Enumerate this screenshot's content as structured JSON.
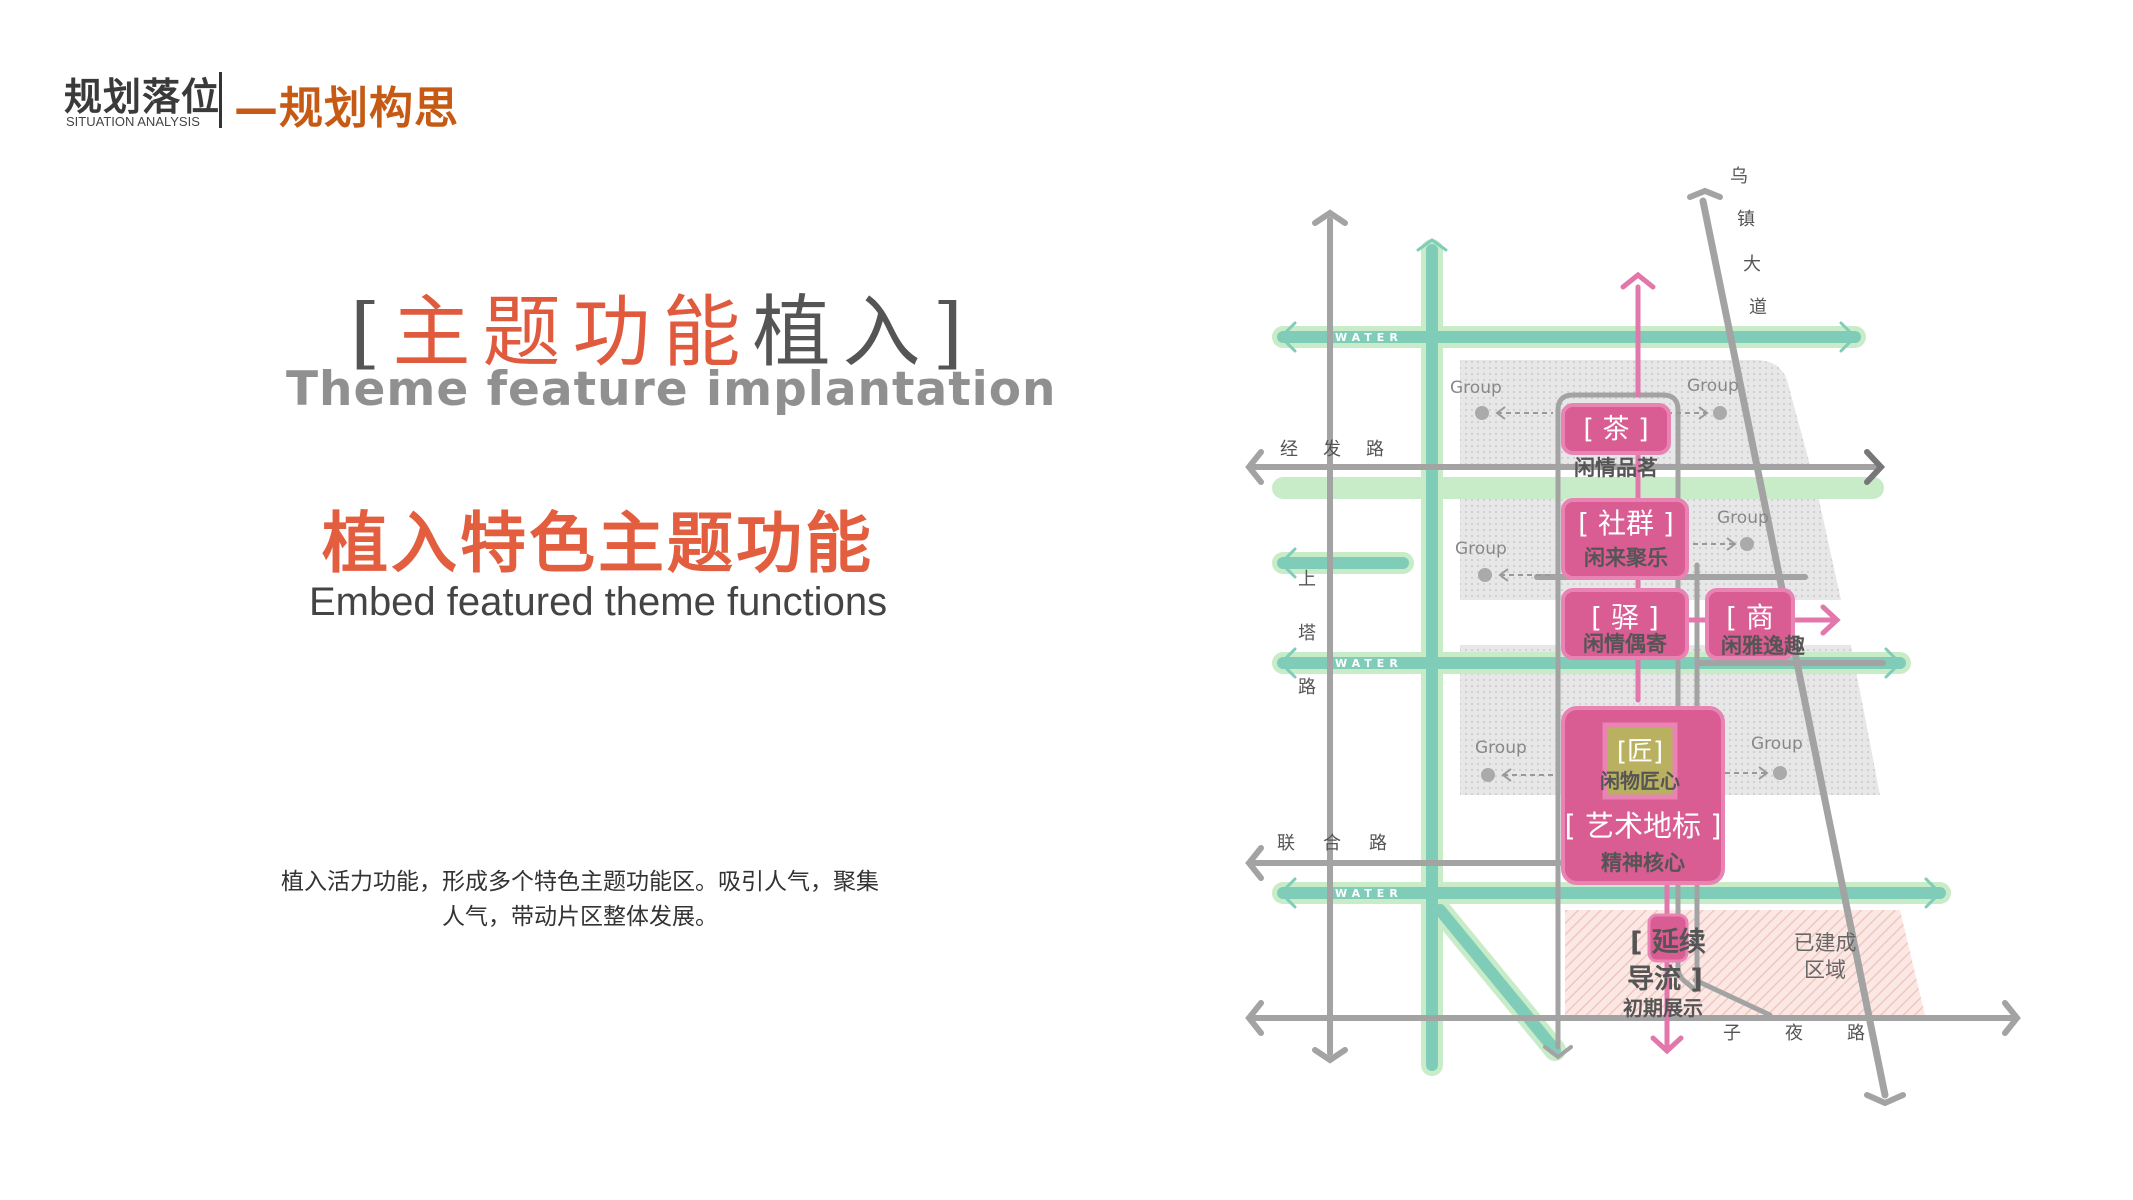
{
  "header": {
    "title": "规划落位",
    "subtitle": "SITUATION ANALYSIS",
    "section": "—规划构思"
  },
  "theme": {
    "bracket_open": "[",
    "title_accent": "主题功能",
    "title_rest": "植入",
    "bracket_close": "]",
    "title_en": "Theme feature implantation",
    "subtitle_cn": "植入特色主题功能",
    "subtitle_en": "Embed featured theme functions",
    "description": "植入活力功能，形成多个特色主题功能区。吸引人气，聚集人气，带动片区整体发展。"
  },
  "diagram": {
    "colors": {
      "water": "#7fcdb8",
      "water_glow": "#c8ecc8",
      "road": "#a3a3a3",
      "block": "#dcdcdc",
      "zone": "#e65f9c",
      "zone_fill": "#d95d93",
      "axis": "#e277ac",
      "built_area": "#f5d2cc"
    },
    "water_labels": [
      "WATER",
      "WATER",
      "WATER"
    ],
    "roads": {
      "wuzhen": [
        "乌",
        "镇",
        "大",
        "道"
      ],
      "jingfa": [
        "经",
        "发",
        "路"
      ],
      "shangta": [
        "上",
        "塔",
        "路"
      ],
      "lianhe": [
        "联",
        "合",
        "路"
      ],
      "ziye": [
        "子",
        "夜",
        "路"
      ]
    },
    "group_label": "Group",
    "zones": [
      {
        "name": "[ 茶 ]",
        "sub": "闲情品茗"
      },
      {
        "name": "[ 社群 ]",
        "sub": "闲来聚乐"
      },
      {
        "name": "[ 驿 ]",
        "sub": "闲情偶寄"
      },
      {
        "name": "[ 商",
        "sub": "闲雅逸趣"
      },
      {
        "name": "[匠]",
        "sub": "闲物匠心"
      },
      {
        "name": "[ 艺术地标 ]",
        "sub": "精神核心"
      },
      {
        "name": "[ 延续",
        "name2": "导流 ]",
        "sub": "初期展示"
      }
    ],
    "built_area_label": [
      "已建成",
      "区域"
    ]
  }
}
